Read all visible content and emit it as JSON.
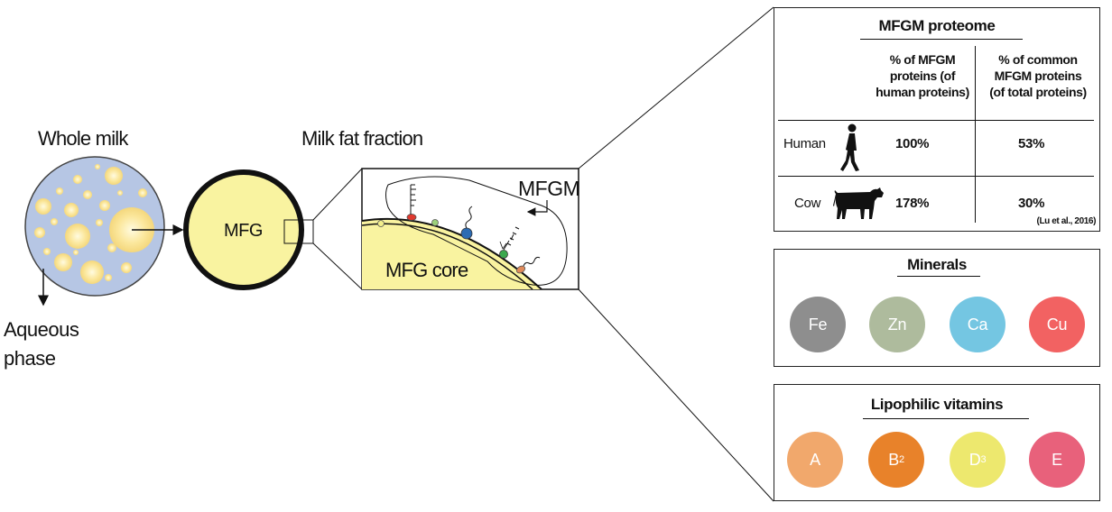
{
  "labels": {
    "whole_milk": "Whole milk",
    "milk_fat_fraction": "Milk fat fraction",
    "aqueous_phase_line1": "Aqueous",
    "aqueous_phase_line2": "phase",
    "mfg": "MFG",
    "mfgm": "MFGM",
    "mfg_core": "MFG core"
  },
  "proteome": {
    "title": "MFGM proteome",
    "col1_header": [
      "% of MFGM",
      "proteins (of",
      "human proteins)"
    ],
    "col2_header": [
      "% of common",
      "MFGM proteins",
      "(of total proteins)"
    ],
    "rows": [
      {
        "name": "Human",
        "icon": "human-icon",
        "col1": "100%",
        "col2": "53%"
      },
      {
        "name": "Cow",
        "icon": "cow-icon",
        "col1": "178%",
        "col2": "30%"
      }
    ],
    "citation": "(Lu et al., 2016)"
  },
  "minerals": {
    "title": "Minerals",
    "items": [
      {
        "label": "Fe",
        "color": "#8e8e8e"
      },
      {
        "label": "Zn",
        "color": "#aebb9d"
      },
      {
        "label": "Ca",
        "color": "#74c6e2"
      },
      {
        "label": "Cu",
        "color": "#f26262"
      }
    ]
  },
  "vitamins": {
    "title": "Lipophilic vitamins",
    "items": [
      {
        "label": "A",
        "sub": "",
        "color": "#f1a86c"
      },
      {
        "label": "B",
        "sub": "2",
        "color": "#e8822a"
      },
      {
        "label": "D",
        "sub": "3",
        "color": "#ede86e"
      },
      {
        "label": "E",
        "sub": "",
        "color": "#e8617b"
      }
    ]
  },
  "colors": {
    "milk_blue": "#b6c6e4",
    "fat_yellow": "#f9f3a0",
    "droplet": "#f6dd84"
  }
}
